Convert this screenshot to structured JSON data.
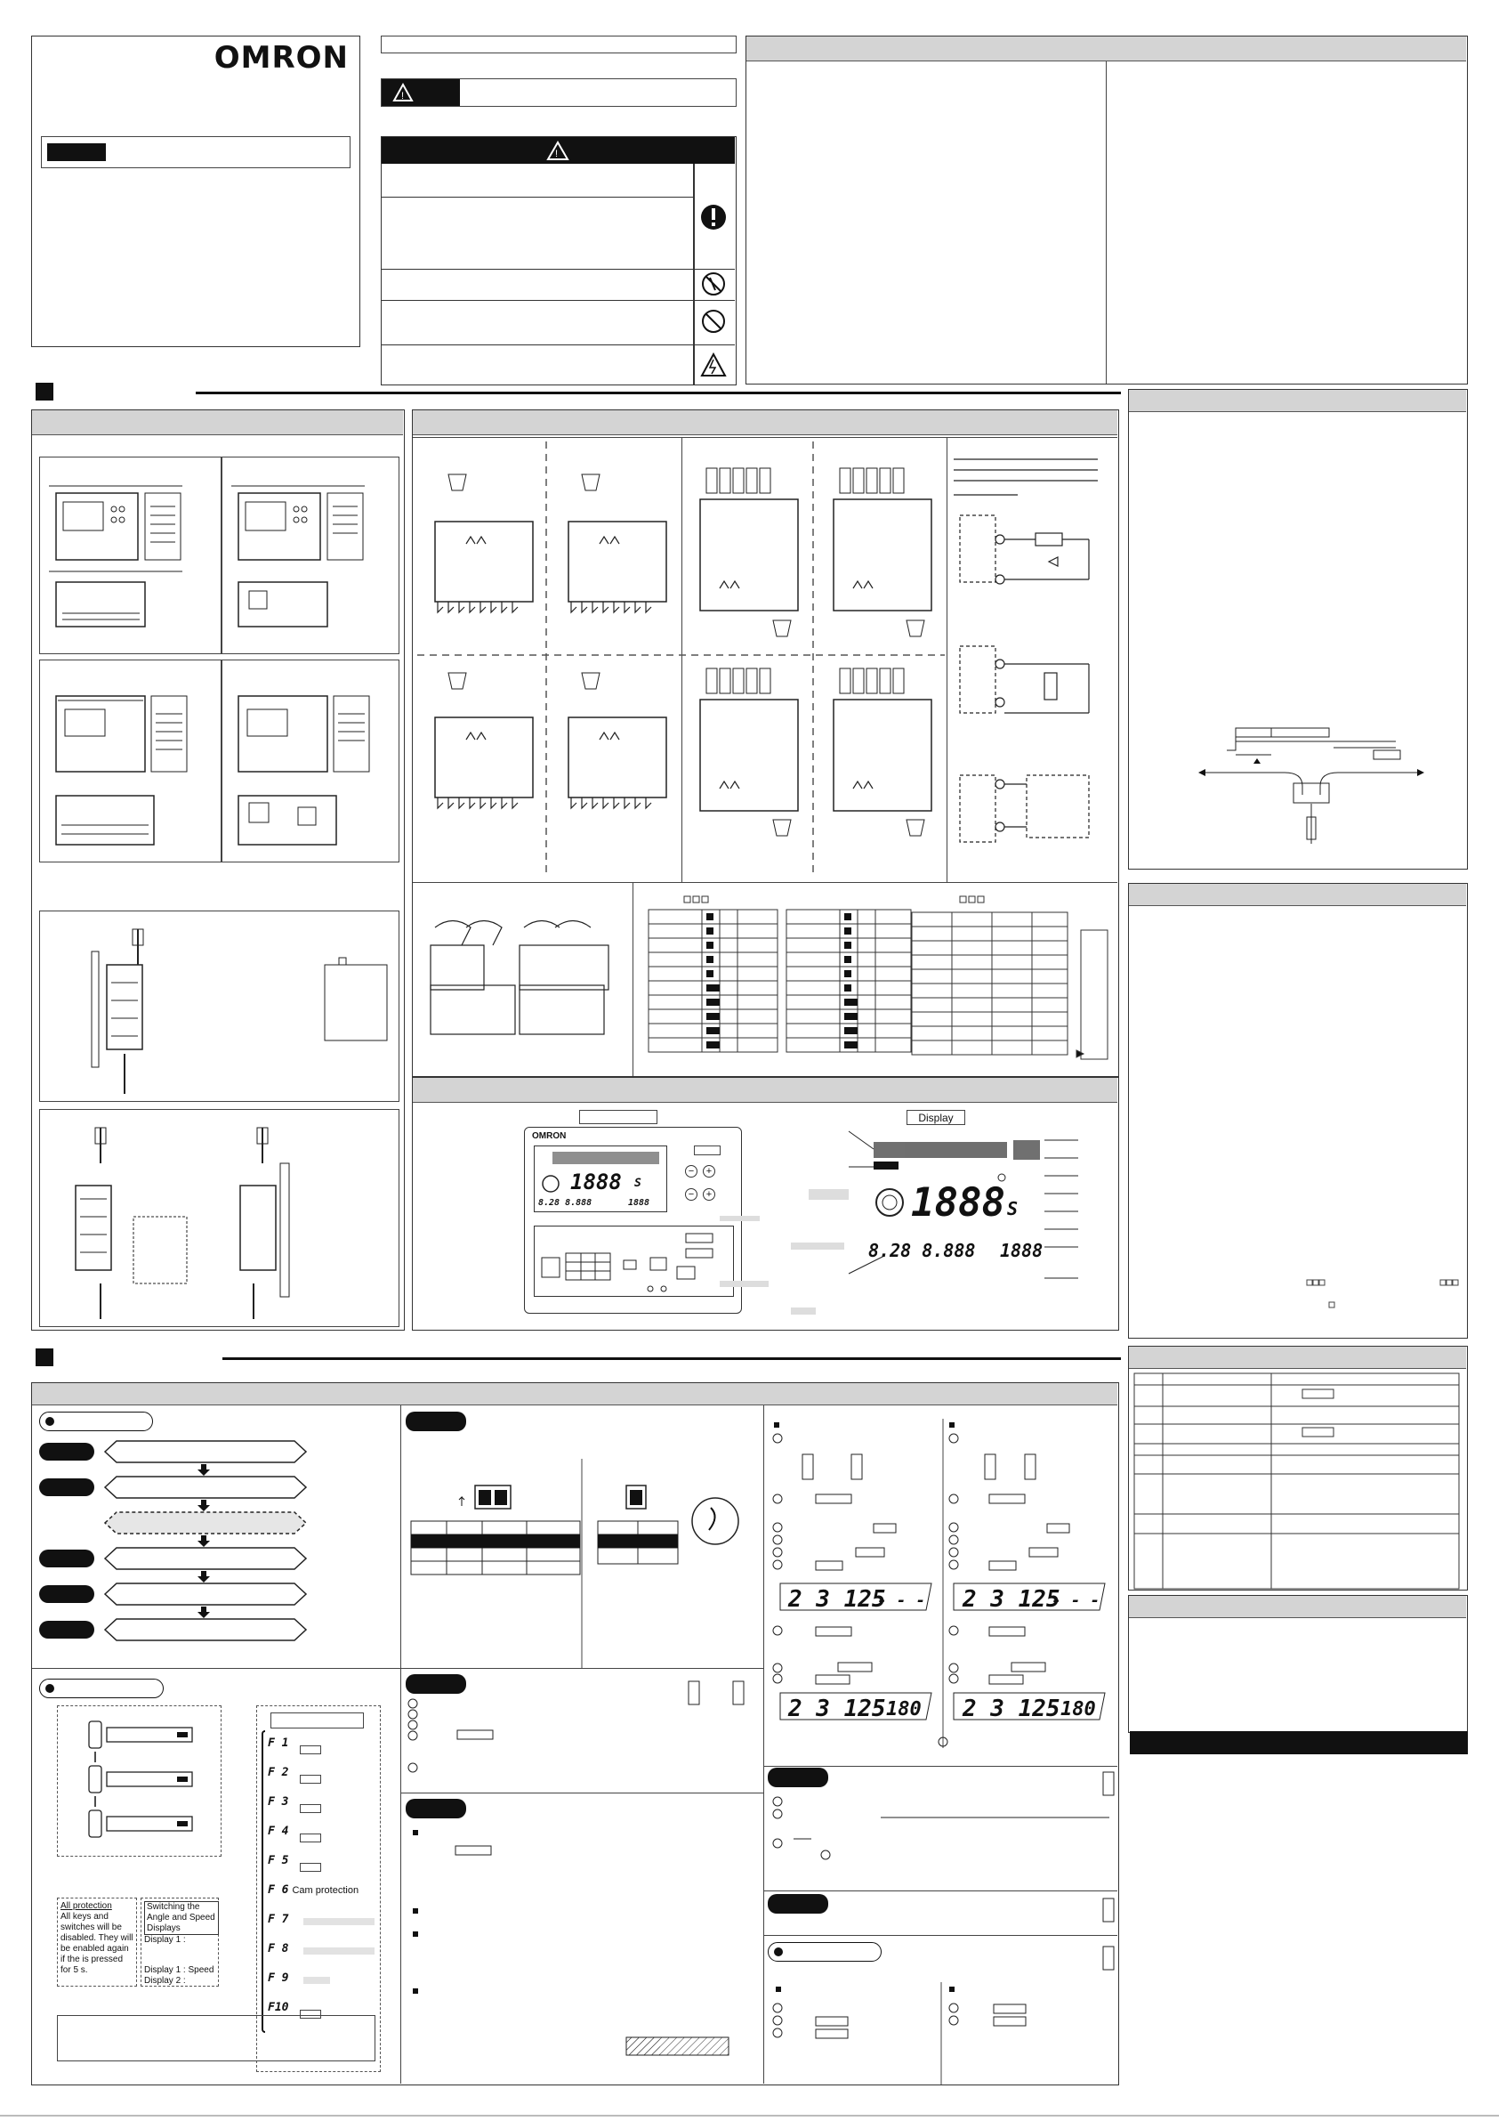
{
  "brand": "OMRON",
  "display_box_label": "Display",
  "lcd": {
    "main_value": "1888",
    "unit_s": "S",
    "small_left": "8.28 8.888",
    "small_right": "1888",
    "example1": "2 3 125",
    "example1_right": "- - -",
    "example2": "2 3 125",
    "example2_right": "180"
  },
  "function_list": {
    "items": [
      "F 1",
      "F 2",
      "F 3",
      "F 4",
      "F 5",
      "F 6",
      "F 7",
      "F 8",
      "F 9",
      "F10"
    ],
    "f6_label": "Cam protection"
  },
  "notes": {
    "all_protection_title": "All protection",
    "all_protection_text": "All keys and switches will be disabled. They will be enabled again if the",
    "all_protection_text2": "is pressed for 5 s.",
    "switching_title": "Switching the Angle and Speed Displays",
    "switching_display1": "Display 1 :",
    "switching_display1_speed": "Display 1 : Speed",
    "switching_display2": "Display 2 :"
  },
  "colors": {
    "header_gray": "#d4d4d4",
    "black": "#111111"
  }
}
